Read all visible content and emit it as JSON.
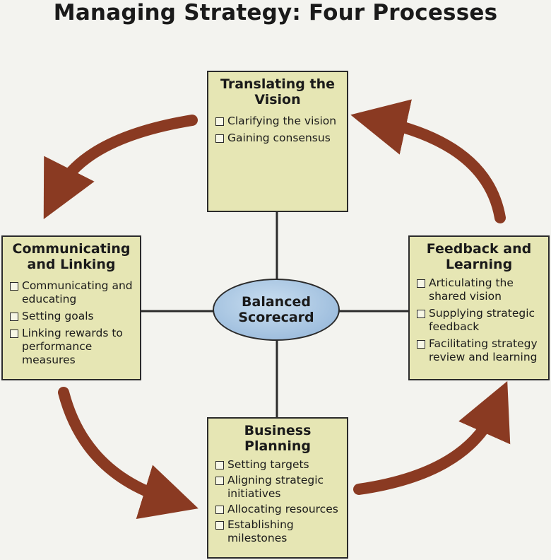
{
  "title": "Managing Strategy: Four Processes",
  "center": {
    "label": "Balanced\nScorecard",
    "fill": "#a9c6e2"
  },
  "colors": {
    "box_fill": "#e6e6b4",
    "arrow": "#8a3a22",
    "line": "#2b2b2b"
  },
  "boxes": {
    "top": {
      "title": "Translating the Vision",
      "items": [
        "Clarifying the vision",
        "Gaining consensus"
      ]
    },
    "left": {
      "title": "Communicating and Linking",
      "items": [
        "Communicating and educating",
        "Setting goals",
        "Linking rewards to performance measures"
      ]
    },
    "right": {
      "title": "Feedback and Learning",
      "items": [
        "Articulating the shared vision",
        "Supplying strategic feedback",
        "Facilitating strategy review and learning"
      ]
    },
    "bottom": {
      "title": "Business Planning",
      "items": [
        "Setting targets",
        "Aligning strategic initiatives",
        "Allocating resources",
        "Establishing milestones"
      ]
    }
  }
}
